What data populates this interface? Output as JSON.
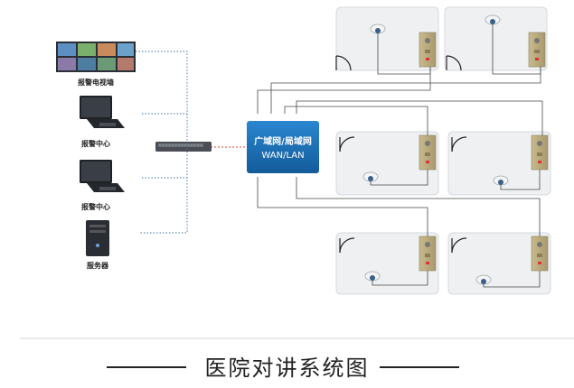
{
  "devices": {
    "video_wall": "报警电视墙",
    "center_1": "报警中心",
    "center_2": "报警中心",
    "server": "服务器"
  },
  "network": {
    "line1": "广域网/局域网",
    "line2": "WAN/LAN"
  },
  "caption": "医院对讲系统图",
  "colors": {
    "network_box": "#1b6fb4",
    "dotted_link": "#3a6fa8",
    "switch_link": "#e0413a",
    "room_fill": "#eef0f2",
    "room_border": "#d6dade"
  }
}
